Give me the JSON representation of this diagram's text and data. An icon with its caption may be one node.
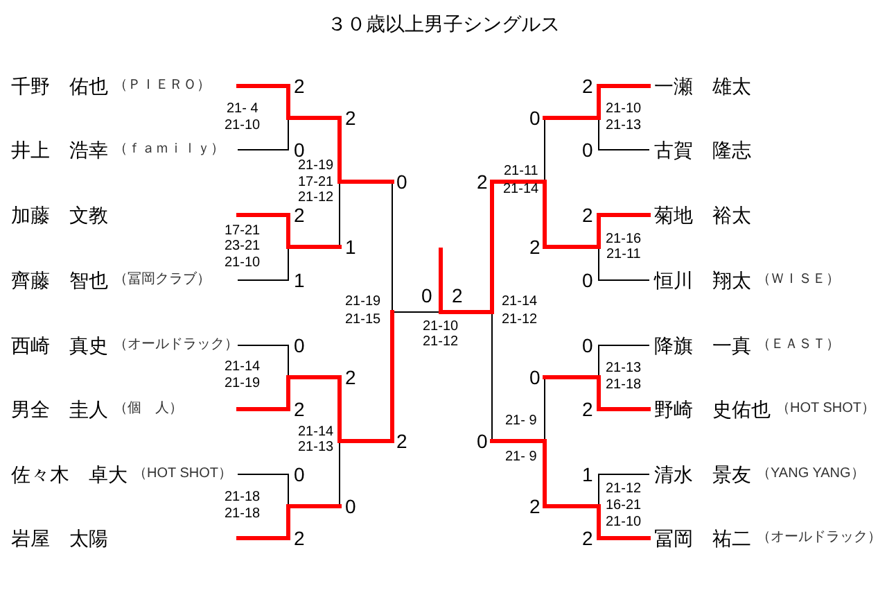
{
  "diagram": {
    "title": "３０歳以上男子シングルス",
    "nodes": [
      {
        "text": [
          "千野　佑也",
          "（ＰＩＥＲＯ）"
        ]
      },
      {
        "text": [
          "井上　浩幸",
          "（ｆａｍｉｌｙ）"
        ]
      },
      {
        "text": [
          "加藤　文教"
        ]
      },
      {
        "text": [
          "齊藤　智也",
          "（冨岡クラブ）"
        ]
      },
      {
        "text": [
          "西崎　真史",
          "（オールドラック）"
        ]
      },
      {
        "text": [
          "男全　圭人",
          "（個　人）"
        ]
      },
      {
        "text": [
          "佐々木　卓大",
          "（HOT SHOT）"
        ]
      },
      {
        "text": [
          "岩屋　太陽"
        ]
      },
      {
        "text": [
          "一瀬　雄太"
        ]
      },
      {
        "text": [
          "古賀　隆志"
        ]
      },
      {
        "text": [
          "菊地　裕太"
        ]
      },
      {
        "text": [
          "恒川　翔太",
          "（ＷＩＳＥ）"
        ]
      },
      {
        "text": [
          "降旗　一真",
          "（ＥＡＳＴ）"
        ]
      },
      {
        "text": [
          "野崎　史佑也",
          "（HOT SHOT）"
        ]
      },
      {
        "text": [
          "清水　景友",
          "（YANG YANG）"
        ]
      },
      {
        "text": [
          "冨岡　祐二",
          "（オールドラック）"
        ]
      }
    ],
    "labels": [
      "2",
      "21- 4",
      "21-10",
      "2",
      "0",
      "21-19",
      "17-21",
      "21-12",
      "0",
      "2",
      "17-21",
      "23-21",
      "21-10",
      "1",
      "1",
      "21-19",
      "21-15",
      "0",
      "21-14",
      "21-19",
      "2",
      "2",
      "21-14",
      "21-13",
      "2",
      "0",
      "21-18",
      "21-18",
      "0",
      "2",
      "0",
      "2",
      "21-10",
      "21-12",
      "2",
      "21-10",
      "21-13",
      "0",
      "0",
      "21-11",
      "21-14",
      "2",
      "2",
      "21-16",
      "21-11",
      "2",
      "0",
      "21-14",
      "21-12",
      "0",
      "21-13",
      "21-18",
      "0",
      "2",
      "21- 9",
      "21- 9",
      "0",
      "1",
      "21-12",
      "16-21",
      "21-10",
      "2",
      "2"
    ]
  }
}
